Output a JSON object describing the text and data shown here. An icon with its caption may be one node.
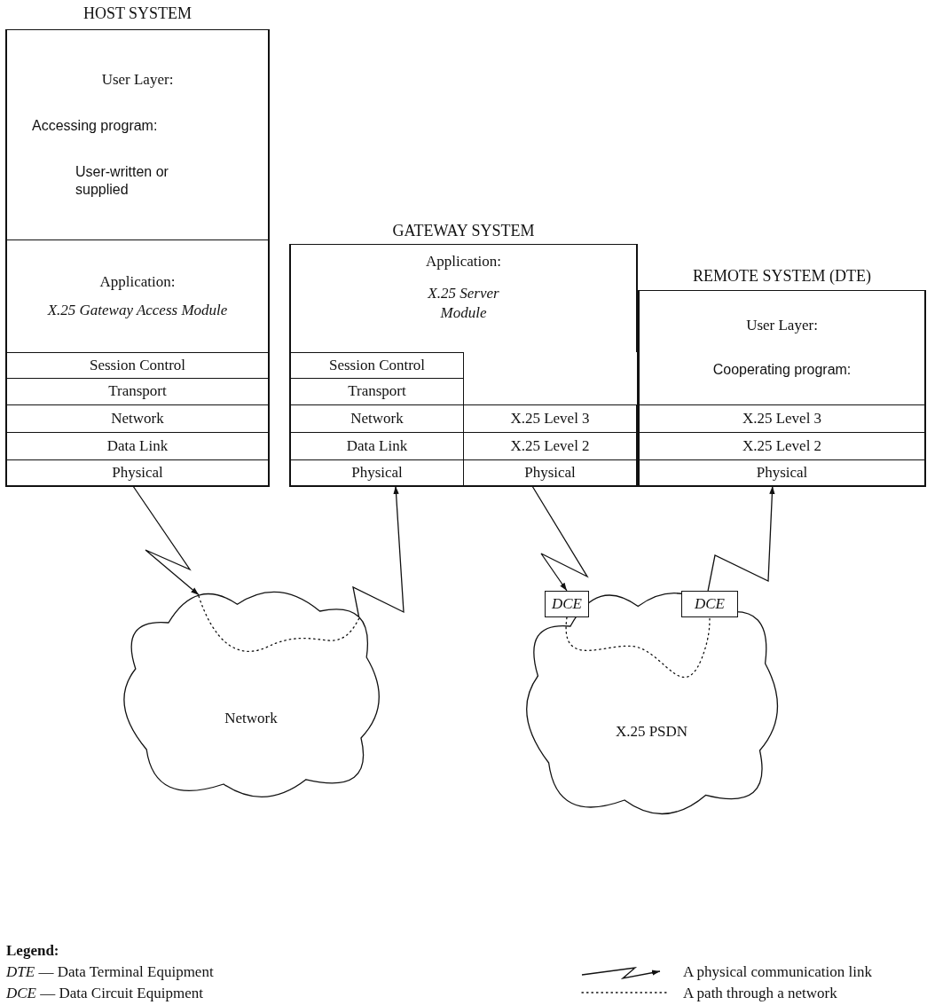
{
  "diagram": {
    "nodes": [
      {
        "text": [
          "HOST SYSTEM"
        ]
      },
      {
        "text": [
          "User Layer:",
          "Accessing program:",
          "User-written or supplied"
        ],
        "in": 0
      },
      {
        "text": [
          "Application:",
          "X.25 Gateway Access Module"
        ],
        "in": 0
      },
      {
        "text": [
          "Session Control"
        ],
        "in": 0
      },
      {
        "text": [
          "Transport"
        ],
        "in": 0
      },
      {
        "text": [
          "Network"
        ],
        "in": 0
      },
      {
        "text": [
          "Data Link"
        ],
        "in": 0
      },
      {
        "text": [
          "Physical"
        ],
        "in": 0
      },
      {
        "text": [
          "GATEWAY SYSTEM"
        ]
      },
      {
        "text": [
          "Application:",
          "X.25 Server Module"
        ],
        "in": 8
      },
      {
        "text": [
          "Session Control"
        ],
        "in": 8
      },
      {
        "text": [
          "Transport"
        ],
        "in": 8
      },
      {
        "text": [
          "Network"
        ],
        "in": 8
      },
      {
        "text": [
          "X.25 Level 3"
        ],
        "in": 8
      },
      {
        "text": [
          "Data Link"
        ],
        "in": 8
      },
      {
        "text": [
          "X.25 Level 2"
        ],
        "in": 8
      },
      {
        "text": [
          "Physical"
        ],
        "in": 8
      },
      {
        "text": [
          "Physical"
        ],
        "in": 8
      },
      {
        "text": [
          "REMOTE SYSTEM (DTE)"
        ]
      },
      {
        "text": [
          "User Layer:",
          "Cooperating program:"
        ],
        "in": 18
      },
      {
        "text": [
          "X.25 Level 3"
        ],
        "in": 18
      },
      {
        "text": [
          "X.25 Level 2"
        ],
        "in": 18
      },
      {
        "text": [
          "Physical"
        ],
        "in": 18
      },
      {
        "text": [
          "Network"
        ]
      },
      {
        "text": [
          "X.25 PSDN"
        ]
      },
      {
        "text": [
          "DCE"
        ],
        "in": 24
      },
      {
        "text": [
          "DCE"
        ],
        "in": 24
      }
    ],
    "edges": [
      {
        "from": 7,
        "to": 23,
        "arrow": "to"
      },
      {
        "from": 23,
        "to": 16,
        "arrow": "to"
      },
      {
        "from": 17,
        "to": 25,
        "arrow": "to"
      },
      {
        "from": 26,
        "to": 22,
        "arrow": "to"
      },
      {
        "from": 25,
        "to": 26,
        "arrow": "none",
        "style": "dashed"
      }
    ],
    "labels": [
      "Legend:",
      "*DTE* — Data Terminal Equipment",
      "*DCE* — Data Circuit Equipment"
    ],
    "legend": [
      {
        "text": "A physical communication link"
      },
      {
        "text": "A path through a network"
      }
    ]
  }
}
